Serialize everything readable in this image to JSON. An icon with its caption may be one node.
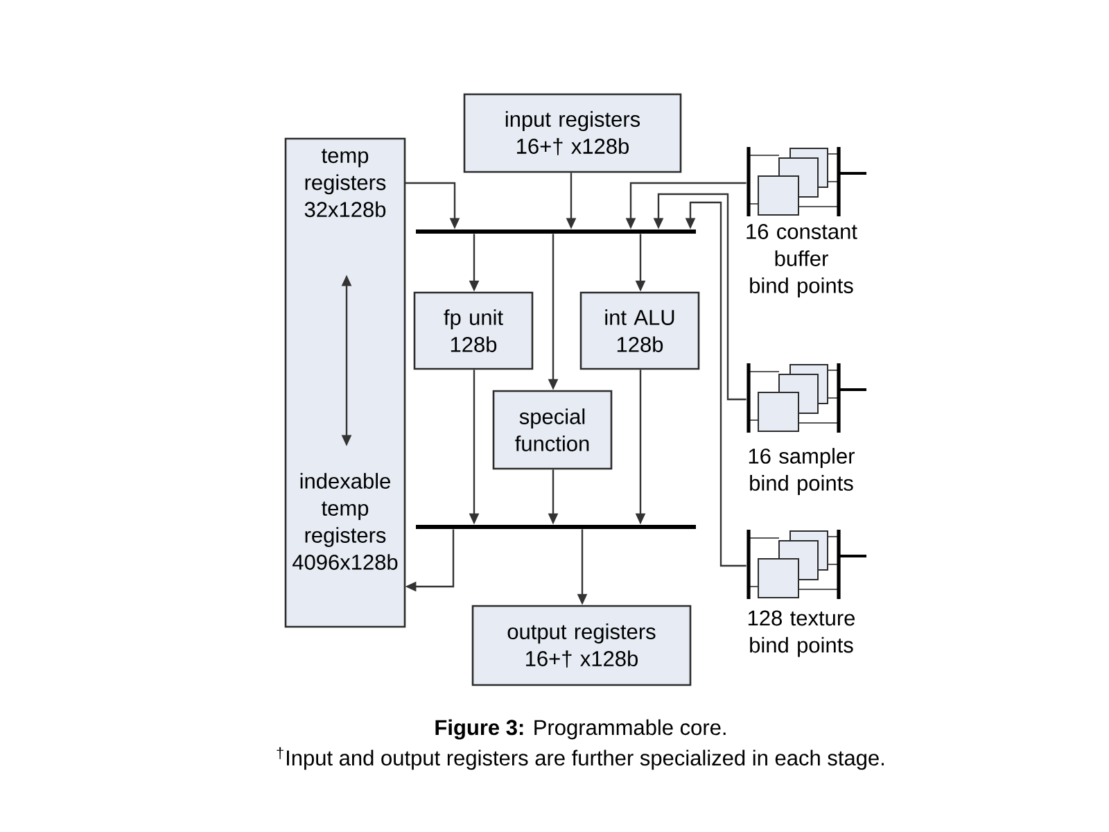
{
  "diagram": {
    "caption": "**Figure 3:** Programmable core.",
    "nodes": [
      {
        "text": [
          "input registers 16+† x128b"
        ]
      },
      {
        "text": [],
        "shape": "box"
      },
      {
        "text": [
          "temp registers 32x128b"
        ],
        "in": 1
      },
      {
        "text": [
          "indexable temp registers 4096x128b"
        ],
        "in": 1
      },
      {
        "text": [],
        "shape": "bar"
      },
      {
        "text": [
          "16 constant buffer bind points"
        ]
      },
      {
        "text": [
          "fp unit 128b"
        ]
      },
      {
        "text": [
          "int ALU 128b"
        ]
      },
      {
        "text": [
          "special function"
        ]
      },
      {
        "text": [
          "16 sampler bind points"
        ]
      },
      {
        "text": [],
        "shape": "bar"
      },
      {
        "text": [
          "128 texture bind points"
        ]
      },
      {
        "text": [
          "output registers 16+† x128b"
        ]
      }
    ],
    "edges": [
      {
        "from": 2,
        "to": 3,
        "arrow": "both"
      },
      {
        "from": 2,
        "to": 4,
        "arrow": "to"
      },
      {
        "from": 0,
        "to": 4,
        "arrow": "to"
      },
      {
        "from": 5,
        "to": 4,
        "arrow": "to"
      },
      {
        "from": 9,
        "to": 4,
        "arrow": "to"
      },
      {
        "from": 11,
        "to": 4,
        "arrow": "to"
      },
      {
        "from": 4,
        "to": 6,
        "arrow": "to"
      },
      {
        "from": 4,
        "to": 8,
        "arrow": "to"
      },
      {
        "from": 4,
        "to": 7,
        "arrow": "to"
      },
      {
        "from": 6,
        "to": 10,
        "arrow": "to"
      },
      {
        "from": 8,
        "to": 10,
        "arrow": "to"
      },
      {
        "from": 7,
        "to": 10,
        "arrow": "to"
      },
      {
        "from": 10,
        "to": 12,
        "arrow": "to"
      },
      {
        "from": 10,
        "to": 3,
        "arrow": "to"
      }
    ],
    "labels": [
      "$^{†}$Input and output registers are further specialized in each stage."
    ]
  }
}
